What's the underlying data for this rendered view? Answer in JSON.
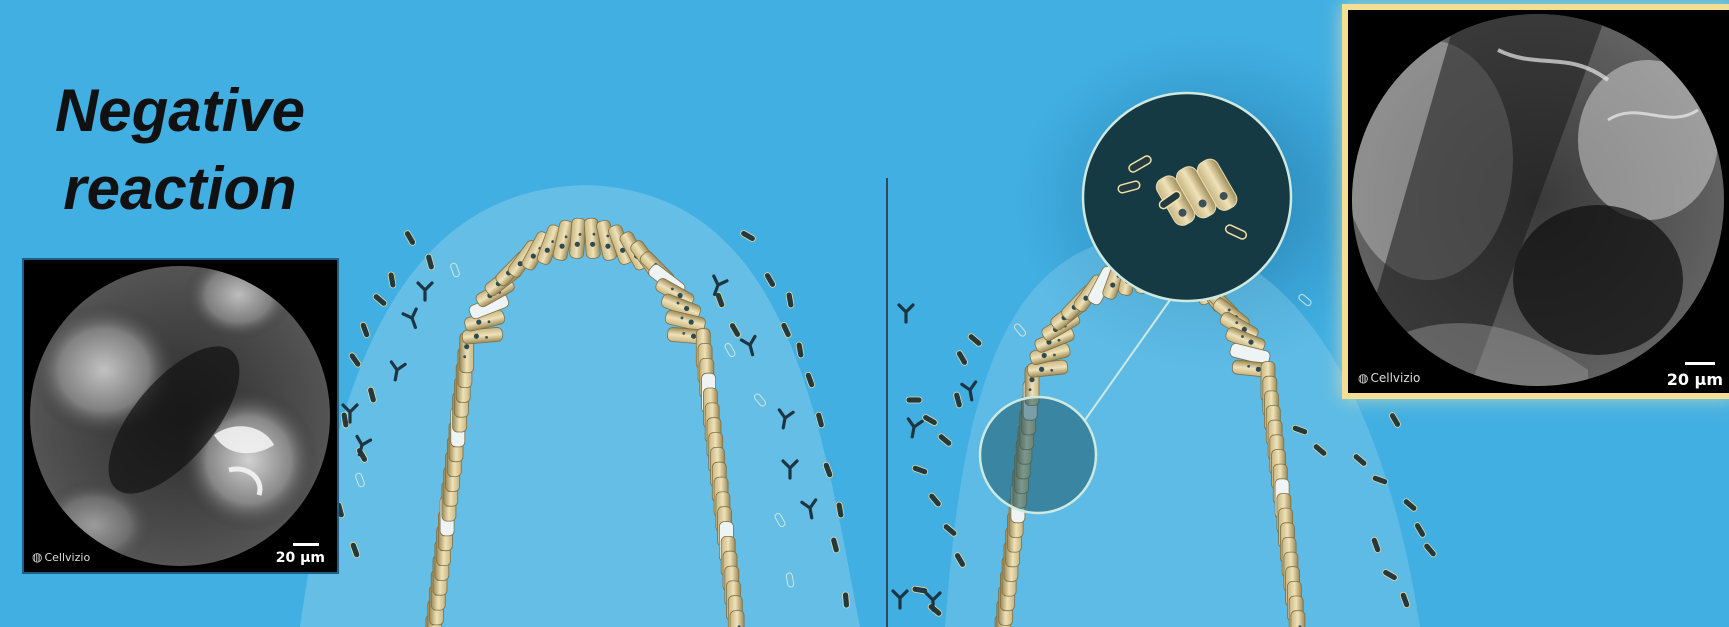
{
  "heading": {
    "line1": "Negative",
    "line2": "reaction"
  },
  "micrograph_left": {
    "scale_text": "20 µm",
    "brand_text": "Cellvizio",
    "icon": "cellvizio-logo-icon"
  },
  "micrograph_right": {
    "scale_text": "20 µm",
    "brand_text": "Cellvizio",
    "icon": "cellvizio-logo-icon",
    "border_color": "#f3df93"
  },
  "colors": {
    "background": "#42afe2",
    "cell_light": "#e8d8a8",
    "cell_dark": "#8a7a48",
    "bacteria": "#223a3f",
    "antibody": "#1d3540",
    "mucus": "#8fd0ec",
    "magnifier_fill": "#163a44",
    "magnifier_stroke": "#cde9e0"
  }
}
